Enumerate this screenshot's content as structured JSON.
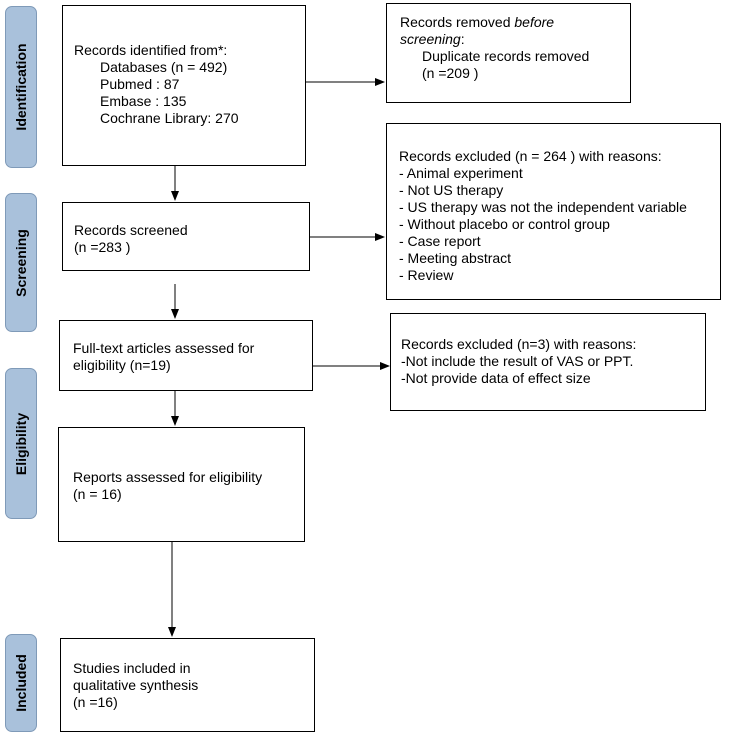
{
  "phases": {
    "identification": "Identification",
    "screening": "Screening",
    "eligibility": "Eligibility",
    "included": "Included"
  },
  "identified": {
    "title": "Records identified from*:",
    "databases": "Databases (n = 492)",
    "pubmed": "Pubmed : 87",
    "embase": "Embase : 135",
    "cochrane": "Cochrane Library: 270"
  },
  "removed": {
    "prefix": "Records removed ",
    "italic": "before screening",
    "suffix": ":",
    "duplicates": "Duplicate records removed",
    "count": "(n =209 )"
  },
  "screened": {
    "title": "Records screened",
    "count": "(n =283 )"
  },
  "excluded_screening": {
    "title": "Records excluded (n =  264 ) with reasons:",
    "reasons": [
      "- Animal experiment",
      "- Not US therapy",
      "- US therapy was not the independent variable",
      "- Without placebo or control group",
      "- Case report",
      "- Meeting abstract",
      "- Review"
    ]
  },
  "fulltext": {
    "line1": "Full-text articles assessed for",
    "line2": "eligibility (n=19)"
  },
  "excluded_fulltext": {
    "title": "Records excluded (n=3) with reasons:",
    "reasons": [
      "-Not include the result of VAS or PPT.",
      "-Not provide data of effect size"
    ]
  },
  "reports": {
    "title": "Reports assessed for eligibility",
    "count": "(n = 16)"
  },
  "included": {
    "line1": "Studies included in",
    "line2": "qualitative synthesis",
    "count": "(n =16)"
  }
}
